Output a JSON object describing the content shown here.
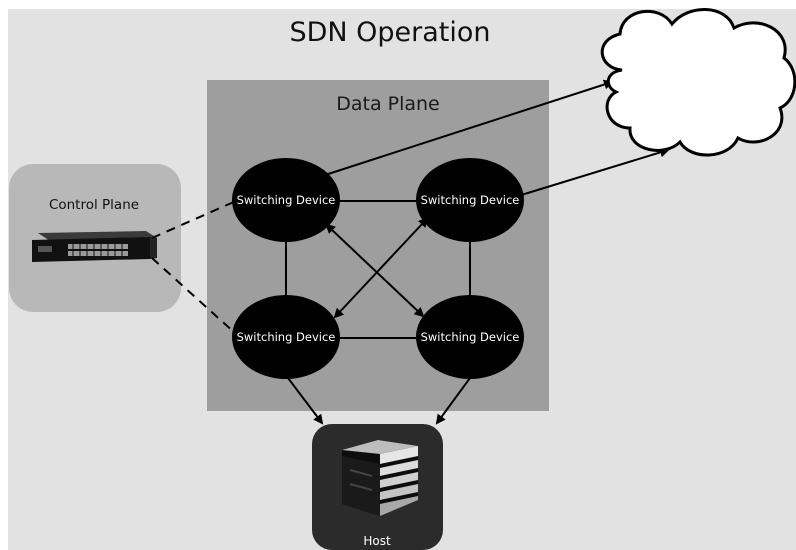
{
  "title": "SDN Operation",
  "data_plane": {
    "label": "Data Plane"
  },
  "control_plane": {
    "label": "Control Plane",
    "icon": "network-switch-icon"
  },
  "devices": [
    {
      "label": "Switching Device"
    },
    {
      "label": "Switching Device"
    },
    {
      "label": "Switching Device"
    },
    {
      "label": "Switching Device"
    }
  ],
  "host": {
    "label": "Host",
    "icon": "server-icon"
  },
  "cloud": {
    "icon": "cloud-icon"
  },
  "colors": {
    "background": "#e2e2e2",
    "data_plane_fill": "#9e9e9e",
    "control_plane_fill": "#b8b8b8",
    "device_fill": "#000000",
    "host_fill": "#2b2b2b"
  }
}
